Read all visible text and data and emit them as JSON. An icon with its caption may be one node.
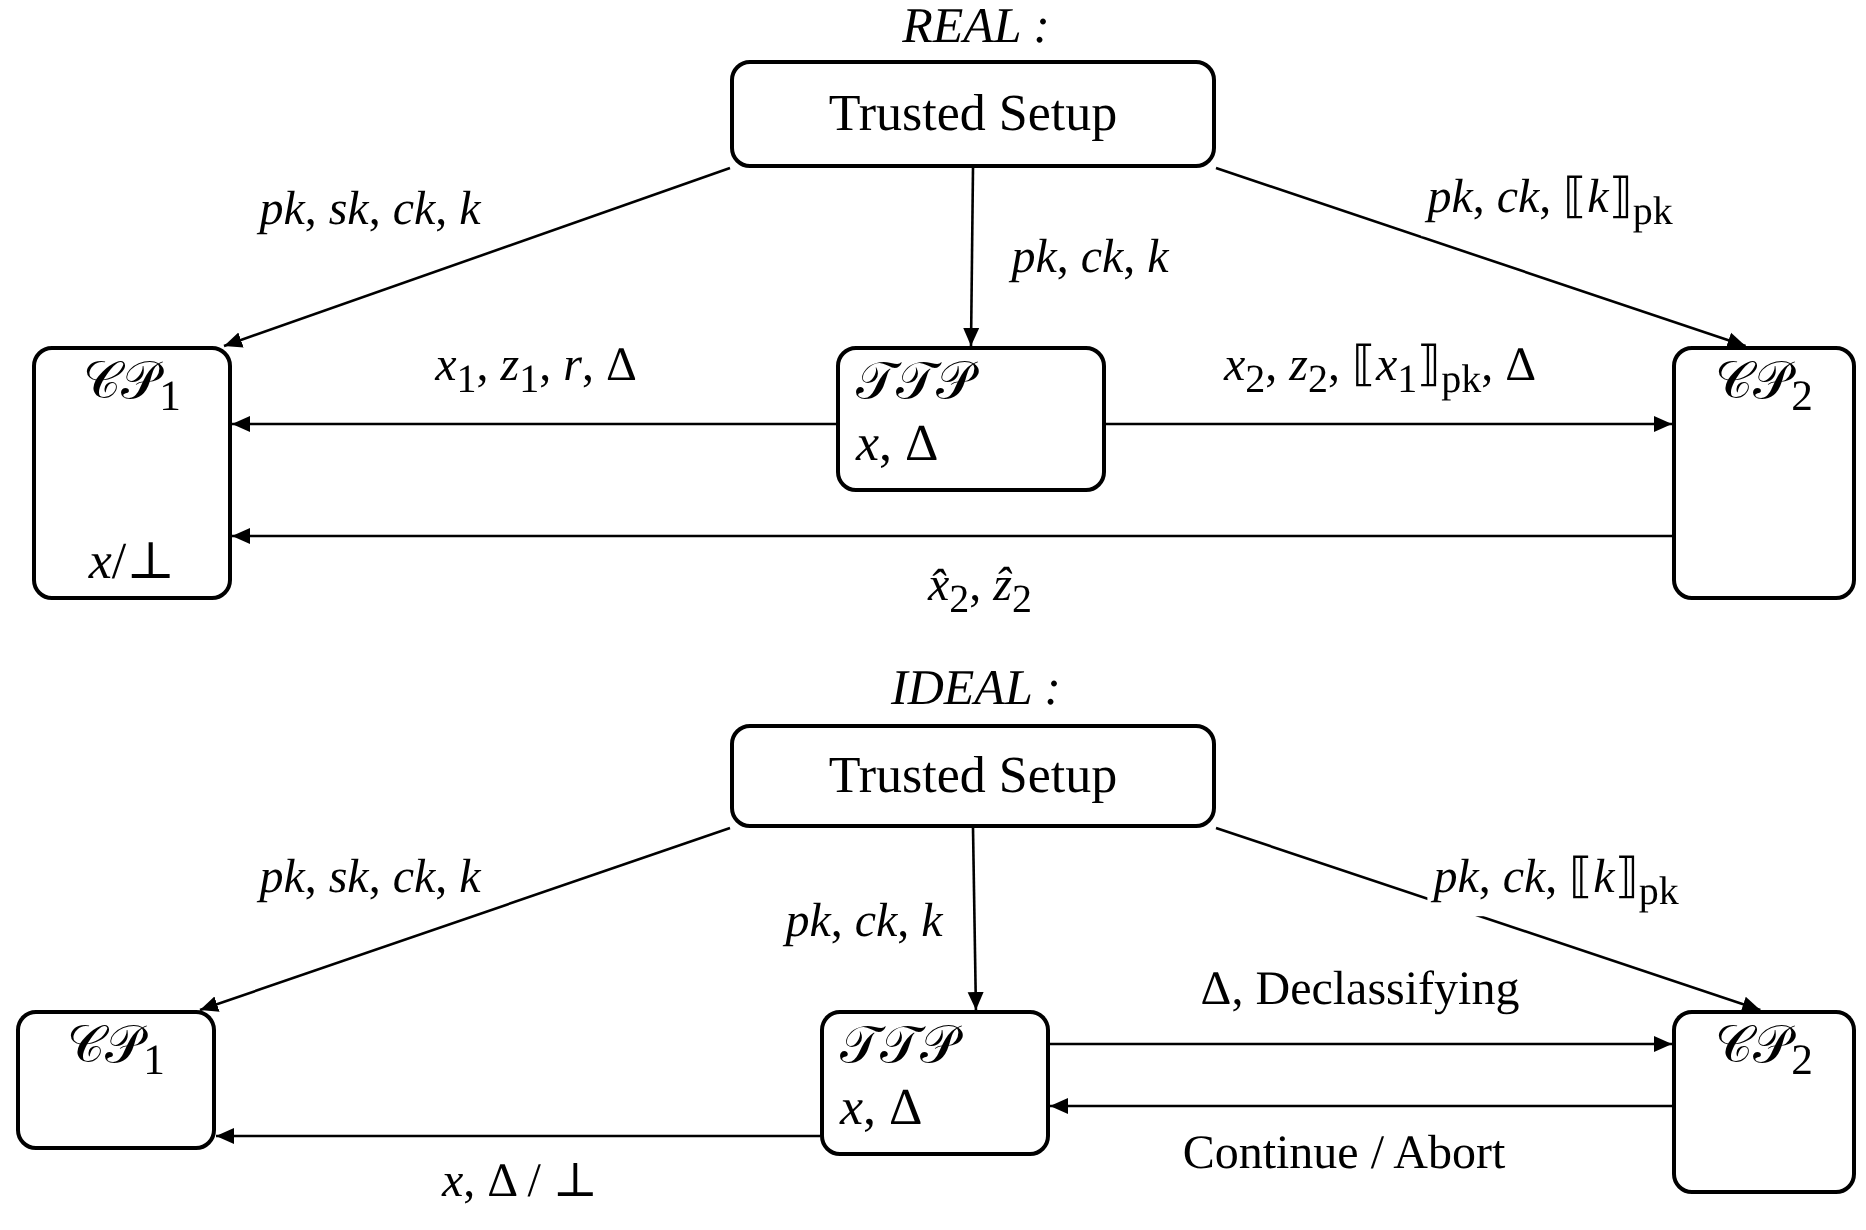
{
  "diagram": {
    "nodes": [
      {
        "text": [
          "Trusted Setup"
        ]
      },
      {
        "text": [
          "𝒞𝒫$_{1}$",
          "*x*/⊥"
        ]
      },
      {
        "text": [
          "𝒯𝒯𝒫",
          "*x*, Δ"
        ]
      },
      {
        "text": [
          "𝒞𝒫$_{2}$"
        ]
      },
      {
        "text": [
          "Trusted Setup"
        ]
      },
      {
        "text": [
          "𝒞𝒫$_{1}$"
        ]
      },
      {
        "text": [
          "𝒯𝒯𝒫",
          "*x*, Δ"
        ]
      },
      {
        "text": [
          "𝒞𝒫$_{2}$"
        ]
      }
    ],
    "edges": [
      {
        "from": 0,
        "to": 1,
        "arrow": "to",
        "label": "*pk*, *sk*, *ck*, *k*"
      },
      {
        "from": 0,
        "to": 2,
        "arrow": "to",
        "label": "*pk*, *ck*, *k*"
      },
      {
        "from": 0,
        "to": 3,
        "arrow": "to",
        "label": "*pk*, *ck*, ⟦*k*⟧$_{pk}$"
      },
      {
        "from": 2,
        "to": 1,
        "arrow": "to",
        "label": "*x*$_{1}$, *z*$_{1}$, *r*, Δ"
      },
      {
        "from": 2,
        "to": 3,
        "arrow": "to",
        "label": "*x*$_{2}$, *z*$_{2}$, ⟦*x*$_{1}$⟧$_{pk}$, Δ"
      },
      {
        "from": 3,
        "to": 1,
        "arrow": "to",
        "label": "*x̂*$_{2}$, *ẑ*$_{2}$"
      },
      {
        "from": 4,
        "to": 5,
        "arrow": "to",
        "label": "*pk*, *sk*, *ck*, *k*"
      },
      {
        "from": 4,
        "to": 6,
        "arrow": "to",
        "label": "*pk*, *ck*, *k*"
      },
      {
        "from": 4,
        "to": 7,
        "arrow": "to",
        "label": "*pk*, *ck*, ⟦*k*⟧$_{pk}$"
      },
      {
        "from": 6,
        "to": 7,
        "arrow": "to",
        "label": "Δ, Declassifying"
      },
      {
        "from": 7,
        "to": 6,
        "arrow": "to",
        "label": "Continue / Abort"
      },
      {
        "from": 6,
        "to": 5,
        "arrow": "to",
        "label": "*x*, Δ / ⊥"
      }
    ],
    "labels": [
      "REAL :",
      "IDEAL :"
    ]
  }
}
